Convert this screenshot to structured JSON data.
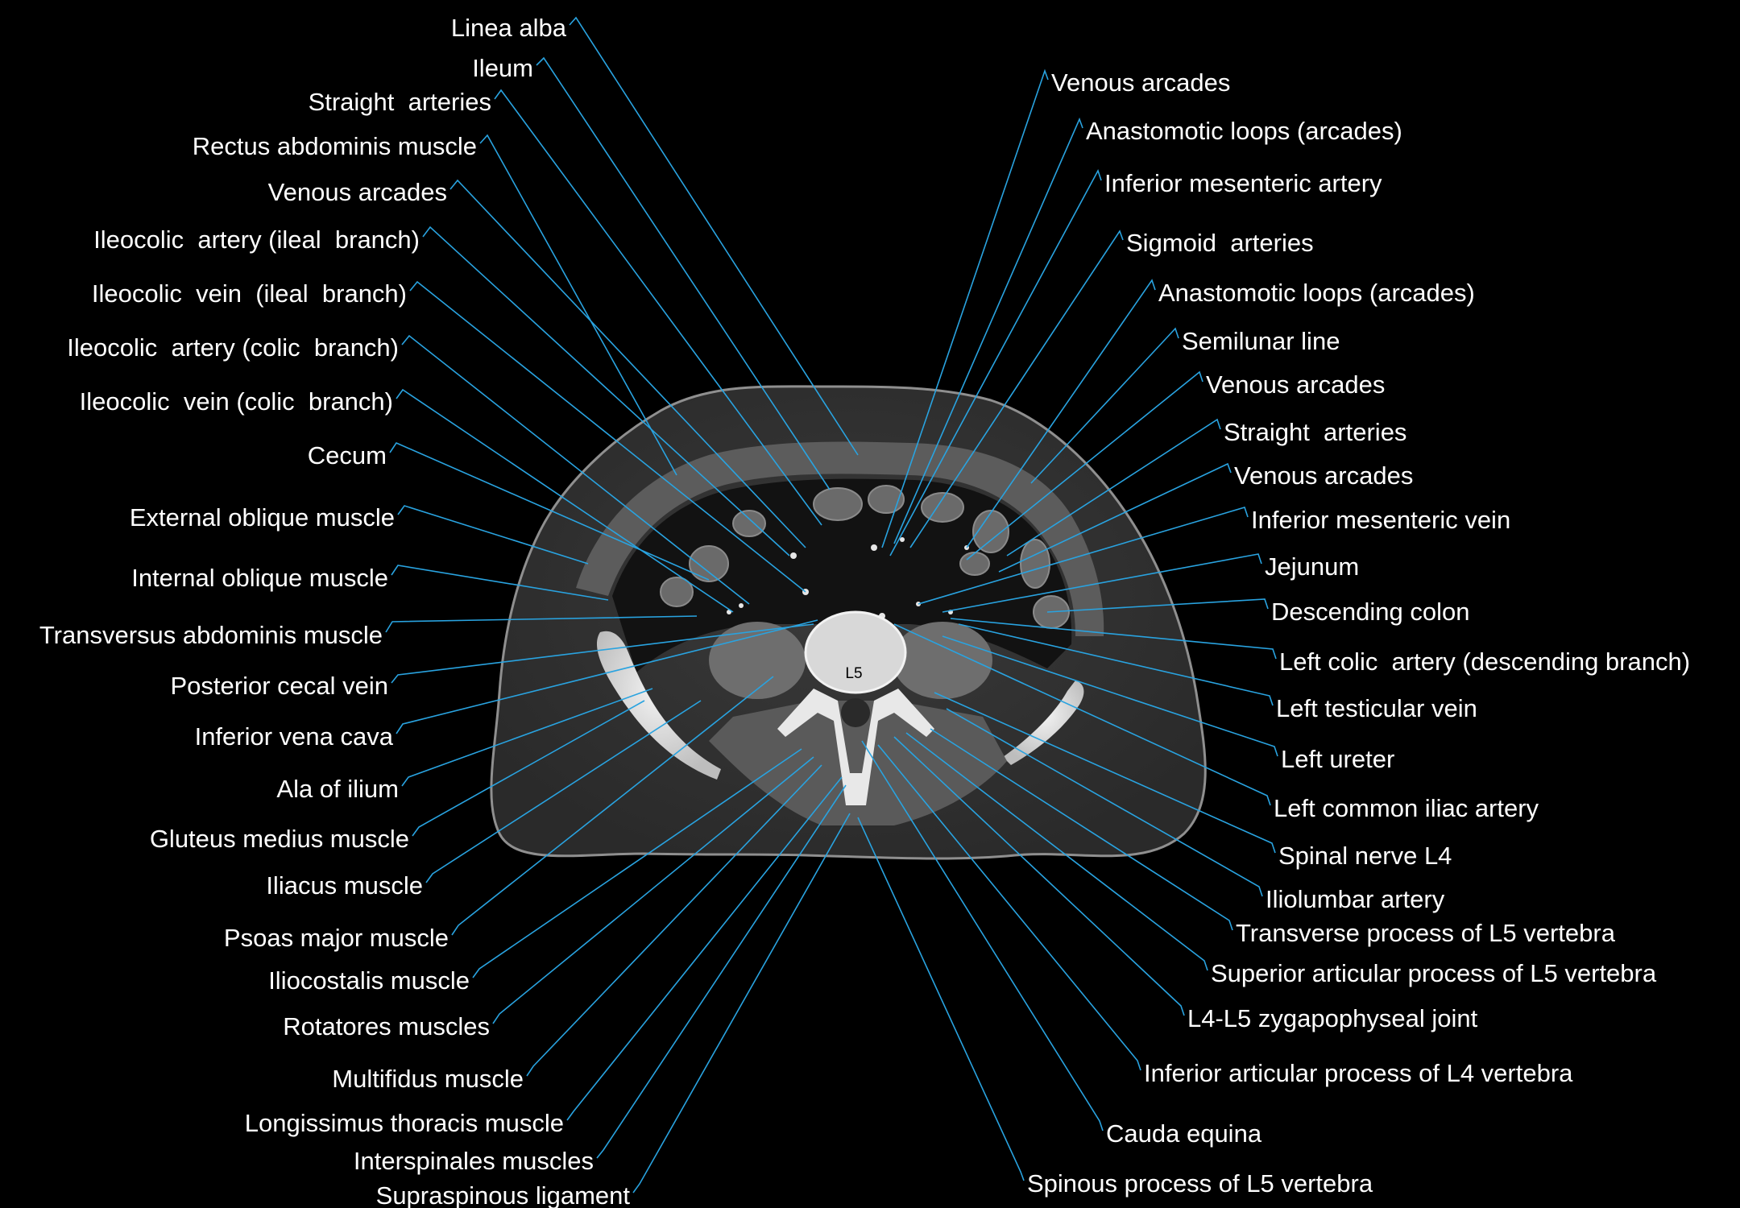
{
  "colors": {
    "background": "#000000",
    "label_text": "#ffffff",
    "leader_line": "#29a3e0"
  },
  "vertebra_label": "L5",
  "left_labels": [
    "Linea alba",
    "Ileum",
    "Straight  arteries",
    "Rectus abdominis muscle",
    "Venous arcades",
    "Ileocolic  artery (ileal  branch)",
    "Ileocolic  vein  (ileal  branch)",
    "Ileocolic  artery (colic  branch)",
    "Ileocolic  vein (colic  branch)",
    "Cecum",
    "External oblique muscle",
    "Internal oblique muscle",
    "Transversus abdominis muscle",
    "Posterior cecal vein",
    "Inferior vena cava",
    "Ala of ilium",
    "Gluteus medius muscle",
    "Iliacus muscle",
    "Psoas major muscle",
    "Iliocostalis muscle",
    "Rotatores muscles",
    "Multifidus muscle",
    "Longissimus thoracis muscle",
    "Interspinales muscles",
    "Supraspinous ligament"
  ],
  "right_labels": [
    "Venous arcades",
    "Anastomotic loops (arcades)",
    "Inferior mesenteric artery",
    "Sigmoid  arteries",
    "Anastomotic loops (arcades)",
    "Semilunar line",
    "Venous arcades",
    "Straight  arteries",
    "Venous arcades",
    "Inferior mesenteric vein",
    "Jejunum",
    "Descending colon",
    "Left colic  artery (descending branch)",
    "Left testicular vein",
    "Left ureter",
    "Left common iliac artery",
    "Spinal nerve L4",
    "Iliolumbar artery",
    "Transverse process of L5 vertebra",
    "Superior articular process of L5 vertebra",
    "L4-L5 zygapophyseal joint",
    "Inferior articular process of L4 vertebra",
    "Cauda equina",
    "Spinous process of L5 vertebra"
  ]
}
